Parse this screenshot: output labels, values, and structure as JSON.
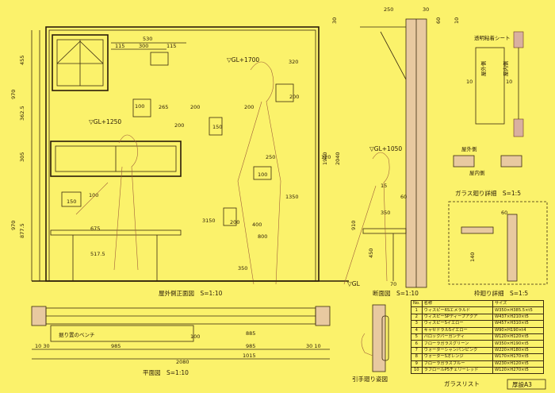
{
  "titles": {
    "front_elevation": "屋外側正面図　S=1:10",
    "section": "断面図　S=1:10",
    "plan": "平面図　S=1:10",
    "glass_detail": "ガラス廻り詳細　S=1:5",
    "frame_detail": "枠廻り詳細　S=1:5",
    "handle_detail": "引手廻り姿図",
    "glass_list": "ガラスリスト",
    "thickness": "厚設A3"
  },
  "elevation_dims": {
    "top_530": "530",
    "top_300": "300",
    "top_115a": "115",
    "top_115b": "115",
    "v_455": "455",
    "v_970top": "970",
    "v_3625": "362.5",
    "v_305": "305",
    "v_970bot": "970",
    "v_8775": "877.5",
    "d_200a": "200",
    "d_100a": "100",
    "d_265": "265",
    "d_200b": "200",
    "d_200c": "200",
    "d_100b": "100",
    "d_150a": "150",
    "d_200d": "200",
    "d_150b": "150",
    "d_400": "400",
    "d_100c": "100",
    "d_200e": "200",
    "d_3150": "3150",
    "d_250": "250",
    "d_350": "350",
    "d_800": "800",
    "d_1350": "1350",
    "d_320": "320",
    "d_675": "675",
    "d_5175": "517.5",
    "d_120": "120",
    "d_1940": "1940",
    "d_2040": "2040"
  },
  "elevation_marks": {
    "gl1700": "▽GL+1700",
    "gl1250": "▽GL+1250",
    "gl1050": "▽GL+1050",
    "gl": "▽GL"
  },
  "section_dims": {
    "s_250": "250",
    "s_30": "30",
    "s_60": "60",
    "s_10": "10",
    "s_350": "350",
    "s_910": "910",
    "s_450": "450",
    "s_70": "70",
    "s_15": "15",
    "s_60b": "60",
    "s_30b": "30"
  },
  "plan_dims": {
    "p_885": "885",
    "p_985a": "985",
    "p_985b": "985",
    "p_1015": "1015",
    "p_2080": "2080",
    "p_100": "100",
    "p_1030a": "10 30",
    "p_1030b": "30 10",
    "p_bench": "据り置のベンチ"
  },
  "detail_labels": {
    "glass_side": "屋外側",
    "interior": "屋内側",
    "tape": "透明粘着シート",
    "outside": "屋外側",
    "inside_s": "屋内側",
    "d_10a": "10",
    "d_10b": "10",
    "d_140": "140",
    "d_60": "60"
  },
  "glass_list": {
    "headers": [
      "No.",
      "名称",
      "サイズ"
    ],
    "rows": [
      [
        "1",
        "ウィスピー6Sエメラルド",
        "W350×H385.5×t5"
      ],
      [
        "2",
        "ウィスピーSPディープアクア",
        "W437×H210×t5"
      ],
      [
        "3",
        "ウィスピーSイエロー",
        "W457×H310×t5"
      ],
      [
        "4",
        "キャセドラルSイエロー",
        "W90×H190×t4"
      ],
      [
        "5",
        "バロックバーガンディ",
        "W120×H120×t5"
      ],
      [
        "6",
        "フローラガラスグリーン",
        "W350×H190×t5"
      ],
      [
        "7",
        "ウォーターシャンパンピンク",
        "W220×H180×t5"
      ],
      [
        "8",
        "ウォーターSオレンジ",
        "W170×H170×t5"
      ],
      [
        "9",
        "フローラガラスブルー",
        "W230×H120×t5"
      ],
      [
        "10",
        "ラフロールP5チェリーレッド",
        "W120×H270×t5"
      ]
    ]
  }
}
